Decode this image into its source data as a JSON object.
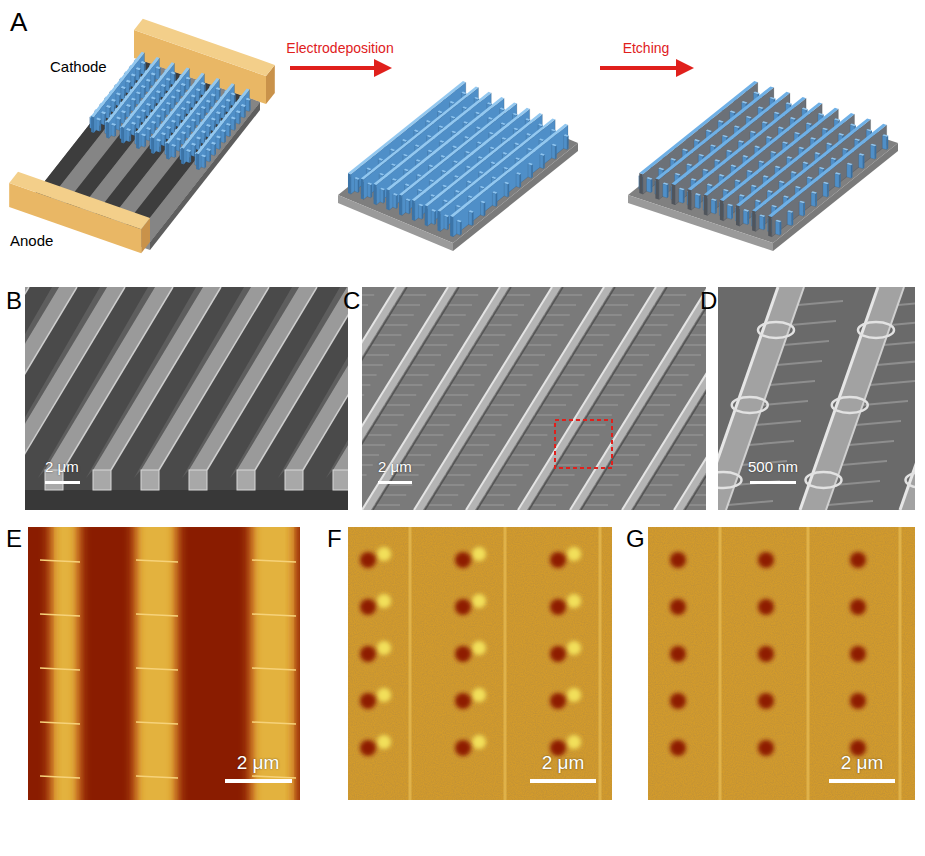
{
  "diagram": {
    "labels": [
      "A",
      "Cathode",
      "Electrodeposition",
      "Etching",
      "Anode",
      "B",
      "C",
      "D",
      "2 μm",
      "2 μm",
      "500 nm",
      "E",
      "F",
      "G",
      "2 μm",
      "2 μm",
      "2 μm"
    ]
  }
}
